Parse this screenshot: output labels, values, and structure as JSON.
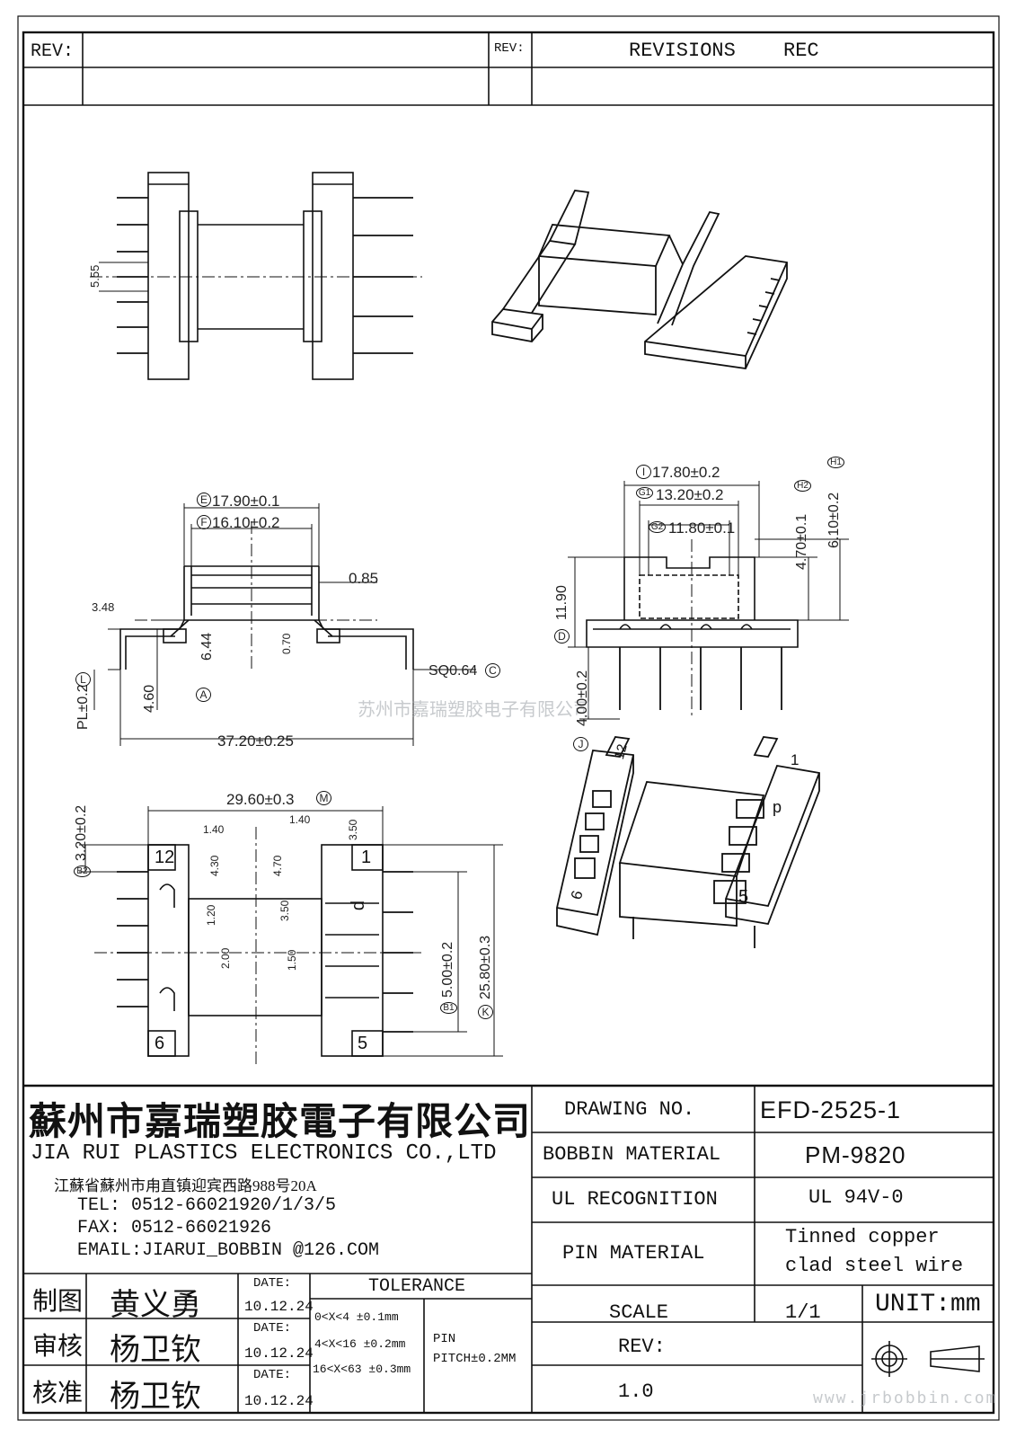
{
  "header": {
    "rev_left": "REV:",
    "rev_right": "REV:",
    "revisions": "REVISIONS",
    "rec": "REC"
  },
  "drawing": {
    "top_dims": {
      "d555": "5.55"
    },
    "side_view": {
      "E": "E",
      "E_val": "17.90±0.1",
      "F": "F",
      "F_val": "16.10±0.2",
      "d085": "0.85",
      "d348": "3.48",
      "d644": "6.44",
      "d070": "0.70",
      "A": "A",
      "sq": "SQ0.64",
      "C": "C",
      "L": "L",
      "pl": "PL±0.2",
      "d460": "4.60",
      "d3720": "37.20±0.25"
    },
    "front_view": {
      "I": "I",
      "I_val": "17.80±0.2",
      "G1": "G1",
      "G1_val": "13.20±0.2",
      "G2": "G2",
      "G2_val": "11.80±0.1",
      "H1": "H1",
      "H1_val": "6.10±0.2",
      "H2": "H2",
      "H2_val": "4.70±0.1",
      "D": "D",
      "D_val": "11.90",
      "J": "J",
      "J_val": "4.00±0.2"
    },
    "bottom_view": {
      "M": "M",
      "M_val": "29.60±0.3",
      "d140a": "1.40",
      "d140b": "1.40",
      "d350a": "3.50",
      "d430": "4.30",
      "d470": "4.70",
      "d120": "1.20",
      "d350b": "3.50",
      "d200": "2.00",
      "d150": "1.50",
      "B2": "B2",
      "B2_val": "3.20±0.2",
      "B1": "B1",
      "B1_val": "5.00±0.2",
      "K": "K",
      "K_val": "25.80±0.3",
      "pin12": "12",
      "pin1": "1",
      "pin6": "6",
      "pin5": "5",
      "p": "p"
    },
    "iso2": {
      "pin12": "12",
      "pin1": "1",
      "pin6": "6",
      "pin5": "5",
      "p": "p"
    }
  },
  "watermark": {
    "center": "苏州市嘉瑞塑胶电子有限公司",
    "url": "www.jrbobbin.com"
  },
  "company": {
    "name_cn": "蘇州市嘉瑞塑胶電子有限公司",
    "name_en": "JIA RUI PLASTICS ELECTRONICS CO.,LTD",
    "address": "江蘇省蘇州市甪直镇迎宾西路988号20A",
    "tel": "TEL: 0512-66021920/1/3/5",
    "fax": "FAX: 0512-66021926",
    "email": "EMAIL:JIARUI_BOBBIN @126.COM"
  },
  "specs": {
    "drawing_no_label": "DRAWING  NO.",
    "drawing_no": "EFD-2525-1",
    "bobbin_label": "BOBBIN  MATERIAL",
    "bobbin": "PM-9820",
    "ul_label": "UL RECOGNITION",
    "ul": "UL 94V-0",
    "pin_label": "PIN MATERIAL",
    "pin_line1": "Tinned copper",
    "pin_line2": "clad steel wire",
    "scale_label": "SCALE",
    "scale": "1/1",
    "unit": "UNIT:mm",
    "rev_label": "REV:",
    "rev": "1.0"
  },
  "signoff": {
    "rows": [
      {
        "role": "制图",
        "name": "黄义勇",
        "date_label": "DATE:",
        "date": "10.12.24"
      },
      {
        "role": "审核",
        "name": "杨卫钦",
        "date_label": "DATE:",
        "date": "10.12.24"
      },
      {
        "role": "核准",
        "name": "杨卫钦",
        "date_label": "DATE:",
        "date": "10.12.24"
      }
    ]
  },
  "tolerance": {
    "title": "TOLERANCE",
    "lines": [
      "0<X<4  ±0.1mm",
      "4<X<16 ±0.2mm",
      "16<X<63 ±0.3mm"
    ],
    "pin": "PIN",
    "pitch": "PITCH±0.2MM"
  }
}
